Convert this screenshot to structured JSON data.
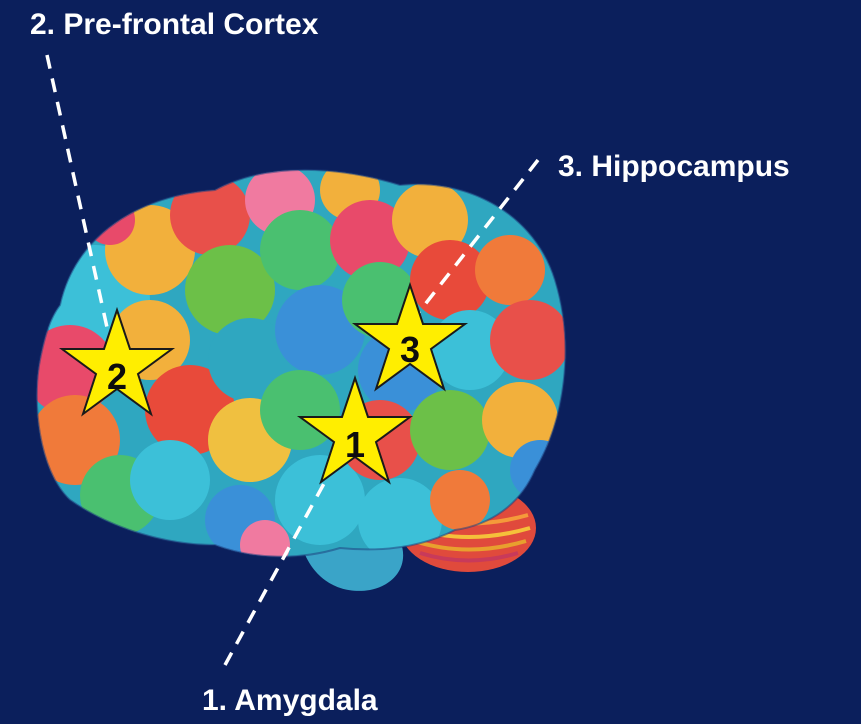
{
  "colors": {
    "background": "#0b1f5c",
    "star_fill": "#ffee00",
    "star_stroke": "#1a1a1a",
    "label_text": "#ffffff",
    "leader_line": "#ffffff"
  },
  "image": {
    "subject": "brain-illustration",
    "style": "multicolored jigsaw puzzle pieces"
  },
  "labels": {
    "amygdala": "1. Amygdala",
    "prefrontal": "2. Pre-frontal Cortex",
    "hippocampus": "3. Hippocampus"
  },
  "markers": {
    "one": "1",
    "two": "2",
    "three": "3"
  }
}
